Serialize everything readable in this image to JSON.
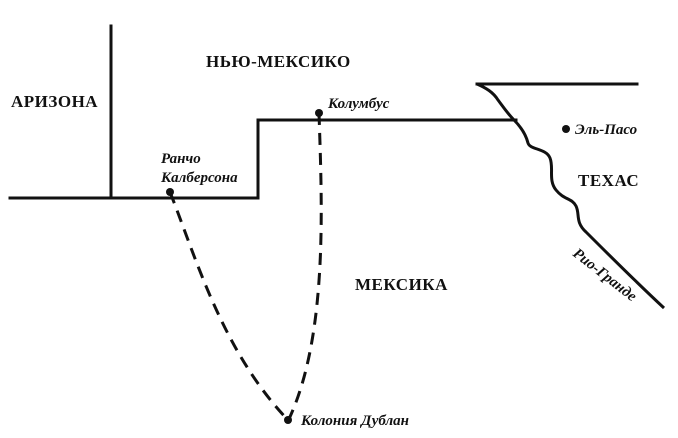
{
  "regions": {
    "arizona": "АРИЗОНА",
    "new_mexico": "НЬЮ-МЕКСИКО",
    "mexico": "МЕКСИКА",
    "texas": "ТЕХАС"
  },
  "places": {
    "columbus": "Колумбус",
    "rancho_line1": "Ранчо",
    "rancho_line2": "Калберсона",
    "el_paso": "Эль-Пасо",
    "colonia_dublan": "Колония Дублан"
  },
  "river": {
    "name": "Рио-Гранде"
  },
  "colors": {
    "ink": "#111111",
    "paper": "#ffffff"
  }
}
